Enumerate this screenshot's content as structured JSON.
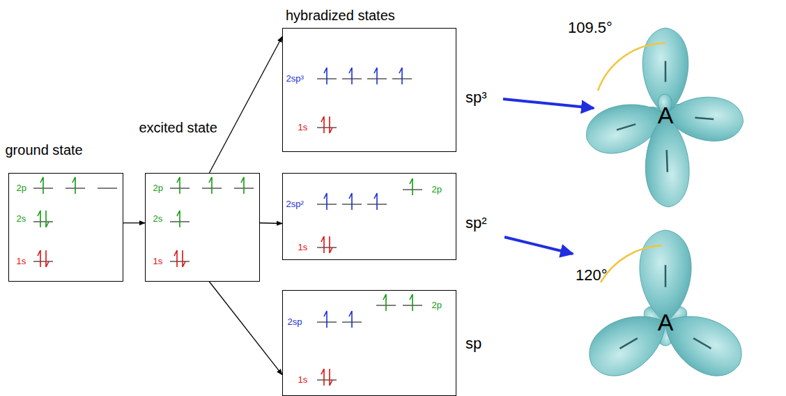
{
  "diagram": {
    "nodes": [
      {
        "text": [
          "ground state",
          "2p",
          "2s",
          "1s"
        ]
      },
      {
        "text": [
          "excited state",
          "2p",
          "2s",
          "1s"
        ]
      },
      {
        "text": [
          "2sp³",
          "1s"
        ]
      },
      {
        "text": [
          "2sp²",
          "2p",
          "1s"
        ]
      },
      {
        "text": [
          "2sp",
          "2p",
          "1s"
        ]
      }
    ],
    "edges": [
      {
        "from": 0,
        "to": 1,
        "arrow": "to"
      },
      {
        "from": 1,
        "to": 2,
        "arrow": "to"
      },
      {
        "from": 1,
        "to": 3,
        "arrow": "to"
      },
      {
        "from": 1,
        "to": 4,
        "arrow": "to"
      }
    ],
    "labels": [
      "hybradized states",
      "sp³",
      "sp²",
      "sp",
      "109.5°",
      "120°",
      "A",
      "A"
    ]
  }
}
